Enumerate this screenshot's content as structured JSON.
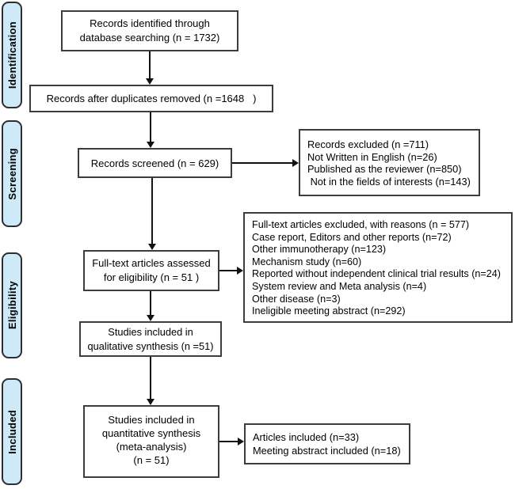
{
  "diagram": {
    "title": "PRISMA study selection flow diagram",
    "colors": {
      "stage_fill": "#cee9f8",
      "stage_border": "#2e2e2e",
      "box_border": "#3d3d3d",
      "arrow": "#111111",
      "background": "#ffffff"
    },
    "stages": [
      {
        "label": "Identification"
      },
      {
        "label": "Screening"
      },
      {
        "label": "Eligibility"
      },
      {
        "label": "Included"
      }
    ],
    "boxes": {
      "identified": {
        "lines": [
          "Records identified through",
          "database searching (n = 1732)"
        ]
      },
      "duplicates_removed": {
        "lines": [
          "Records after duplicates removed (n =1648   )"
        ]
      },
      "screened": {
        "lines": [
          "Records screened (n = 629)"
        ]
      },
      "records_excluded": {
        "lines": [
          "Records excluded (n =711)",
          "Not Written in English (n=26)",
          "Published as the reviewer (n=850)",
          " Not in the fields of interests (n=143)"
        ]
      },
      "assessed": {
        "lines": [
          "Full-text articles assessed",
          "for eligibility (n = 51 )"
        ]
      },
      "fulltext_excluded": {
        "lines": [
          "Full-text articles excluded, with reasons (n = 577)",
          "Case report, Editors and other reports (n=72)",
          "Other immunotherapy (n=123)",
          "Mechanism study (n=60)",
          "Reported without independent clinical trial results (n=24)",
          "System review and Meta analysis (n=4)",
          "Other disease (n=3)",
          "Ineligible meeting abstract (n=292)"
        ]
      },
      "qualitative": {
        "lines": [
          "Studies included in",
          "qualitative synthesis (n =51)"
        ]
      },
      "quantitative": {
        "lines": [
          "Studies included in",
          "quantitative synthesis",
          "(meta-analysis)",
          "(n = 51)"
        ]
      },
      "included_counts": {
        "lines": [
          "Articles included (n=33)",
          "Meeting abstract included (n=18)"
        ]
      }
    }
  }
}
